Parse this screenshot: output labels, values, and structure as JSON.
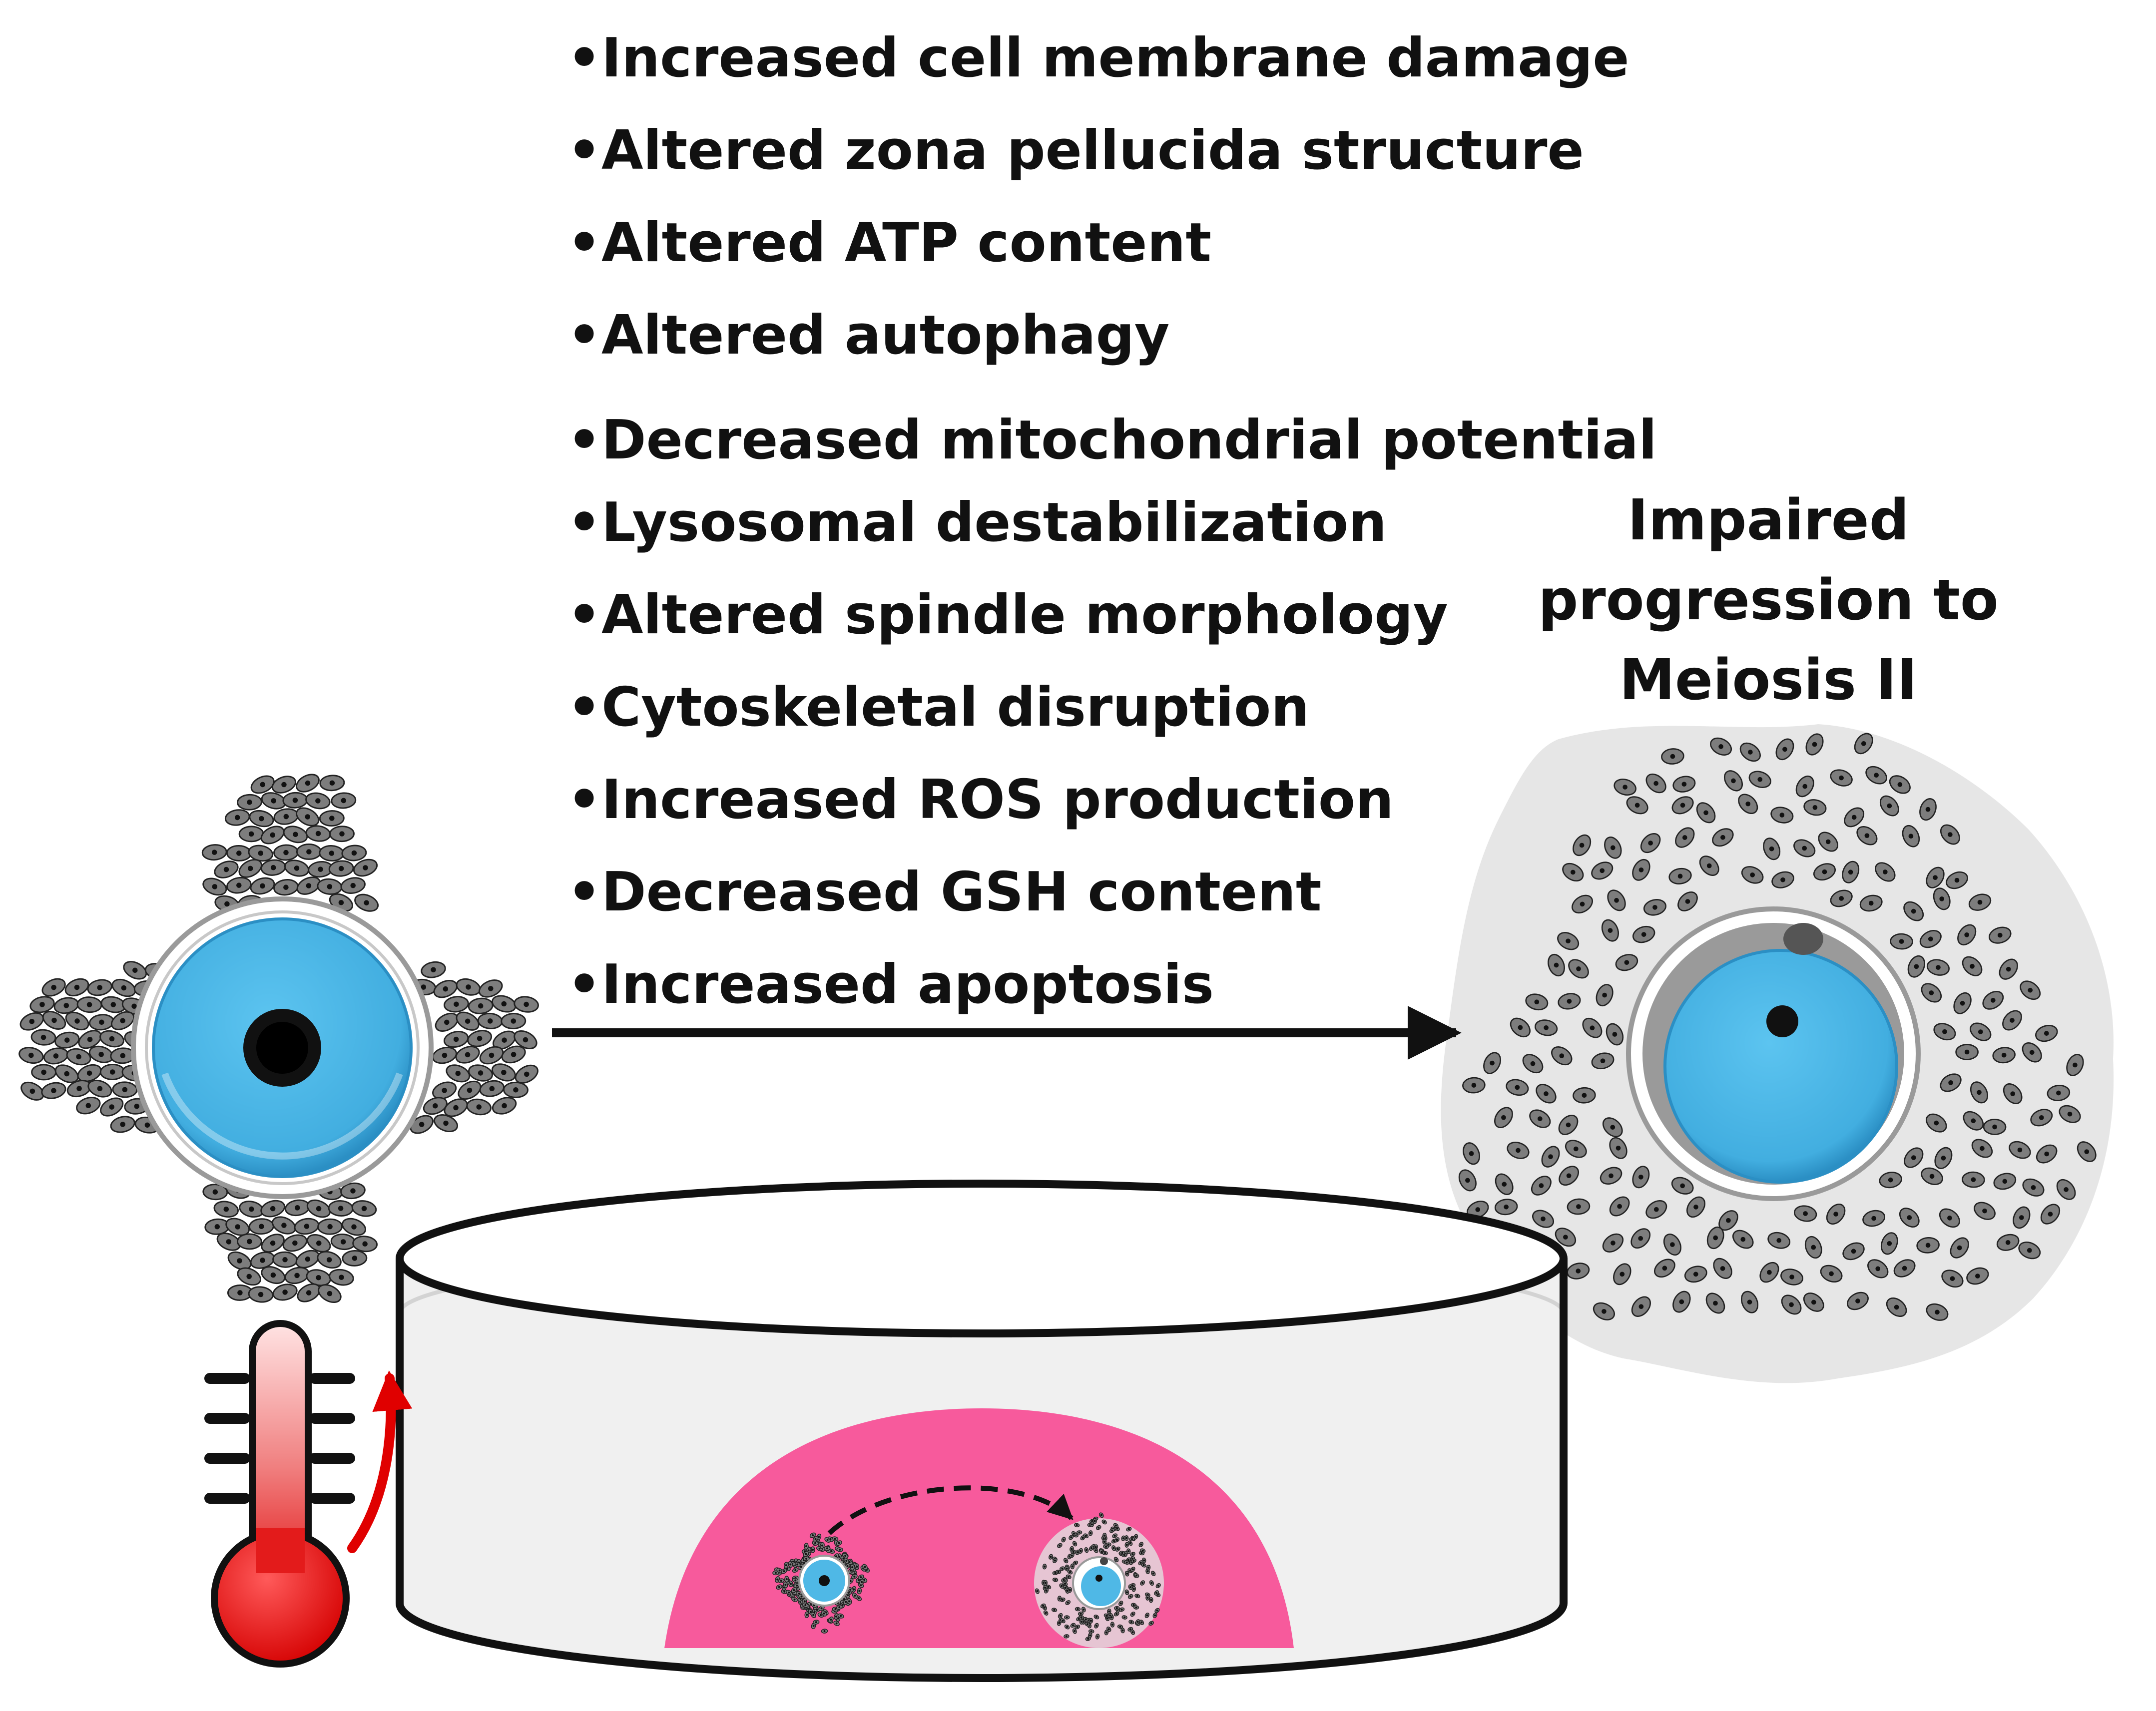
{
  "effects": [
    "•Increased cell membrane damage",
    "•Altered zona pellucida structure",
    "•Altered ATP content",
    "•Altered autophagy",
    "•Decreased mitochondrial potential",
    "•Lysosomal destabilization",
    "•Altered spindle morphology",
    "•Cytoskeletal disruption",
    "•Increased ROS production",
    "•Decreased GSH content",
    "•Increased apoptosis"
  ],
  "outcome": {
    "lines": [
      "Impaired",
      "progression to",
      "Meiosis II"
    ]
  },
  "colors": {
    "oocyte": "#4FB8E6",
    "nucleus": "#111111",
    "cumulus_cell": "#7a7a7a",
    "zona": "#ffffff",
    "media_drop": "#F45398",
    "dish": "#efefef",
    "thermometer": "#e82020",
    "heat_arrow": "#e00000"
  },
  "icons": [
    "thermometer-icon",
    "heat-arrow-icon",
    "culture-dish-icon"
  ]
}
